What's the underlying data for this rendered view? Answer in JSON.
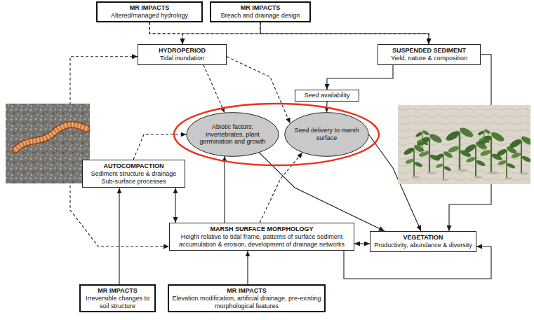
{
  "diagram": {
    "nodes": [
      {
        "text": [
          "MR IMPACTS",
          "Altered/managed hydrology"
        ]
      },
      {
        "text": [
          "MR IMPACTS",
          "Breach and drainage design"
        ]
      },
      {
        "text": [
          "HYDROPERIOD",
          "Tidal inundation"
        ]
      },
      {
        "text": [
          "SUSPENDED SEDIMENT",
          "Yield, nature & composition"
        ]
      },
      {
        "text": [
          "Seed availability"
        ]
      },
      {
        "text": [
          "Abiotic factors: invertebrates, plant germination and growth"
        ]
      },
      {
        "text": [
          "Seed delivery to marsh surface"
        ]
      },
      {
        "text": [
          "AUTOCOMPACTION",
          "Sediment structure & drainage Sub-surface processes"
        ]
      },
      {
        "text": [
          "MARSH SURFACE MORPHOLOGY",
          "Height relative to tidal frame, patterns of surface sediment accumulation & erosion, development of drainage networks"
        ]
      },
      {
        "text": [
          "VEGETATION",
          "Productivity, abundance & diversity"
        ]
      },
      {
        "text": [
          "MR IMPACTS",
          "Irreversible changes to soil structure"
        ]
      },
      {
        "text": [
          "MR IMPACTS",
          "Elevation modification, artificial drainage, pre-existing morphological features"
        ]
      }
    ],
    "edges": [
      {
        "from": 0,
        "to": 2,
        "arrow": "to"
      },
      {
        "from": 0,
        "to": 3,
        "arrow": "to"
      },
      {
        "from": 1,
        "to": 2,
        "arrow": "to"
      },
      {
        "from": 1,
        "to": 3,
        "arrow": "to"
      },
      {
        "from": 2,
        "to": 5,
        "arrow": "to"
      },
      {
        "from": 2,
        "to": 6,
        "arrow": "to"
      },
      {
        "from": 3,
        "to": 4,
        "arrow": "to"
      },
      {
        "from": 4,
        "to": 6,
        "arrow": "to"
      },
      {
        "from": 3,
        "to": 9,
        "arrow": "to"
      },
      {
        "from": 5,
        "to": 9,
        "arrow": "to"
      },
      {
        "from": 6,
        "to": 9,
        "arrow": "to"
      },
      {
        "from": 7,
        "to": 5,
        "arrow": "to"
      },
      {
        "from": 7,
        "to": 8,
        "arrow": "both"
      },
      {
        "from": 8,
        "to": 5,
        "arrow": "to"
      },
      {
        "from": 8,
        "to": 6,
        "arrow": "to"
      },
      {
        "from": 8,
        "to": 9,
        "arrow": "both"
      },
      {
        "from": 8,
        "to": 9,
        "arrow": "to"
      },
      {
        "from": 2,
        "to": 8,
        "arrow": "both"
      },
      {
        "from": 10,
        "to": 7,
        "arrow": "to"
      },
      {
        "from": 11,
        "to": 8,
        "arrow": "to"
      }
    ]
  }
}
